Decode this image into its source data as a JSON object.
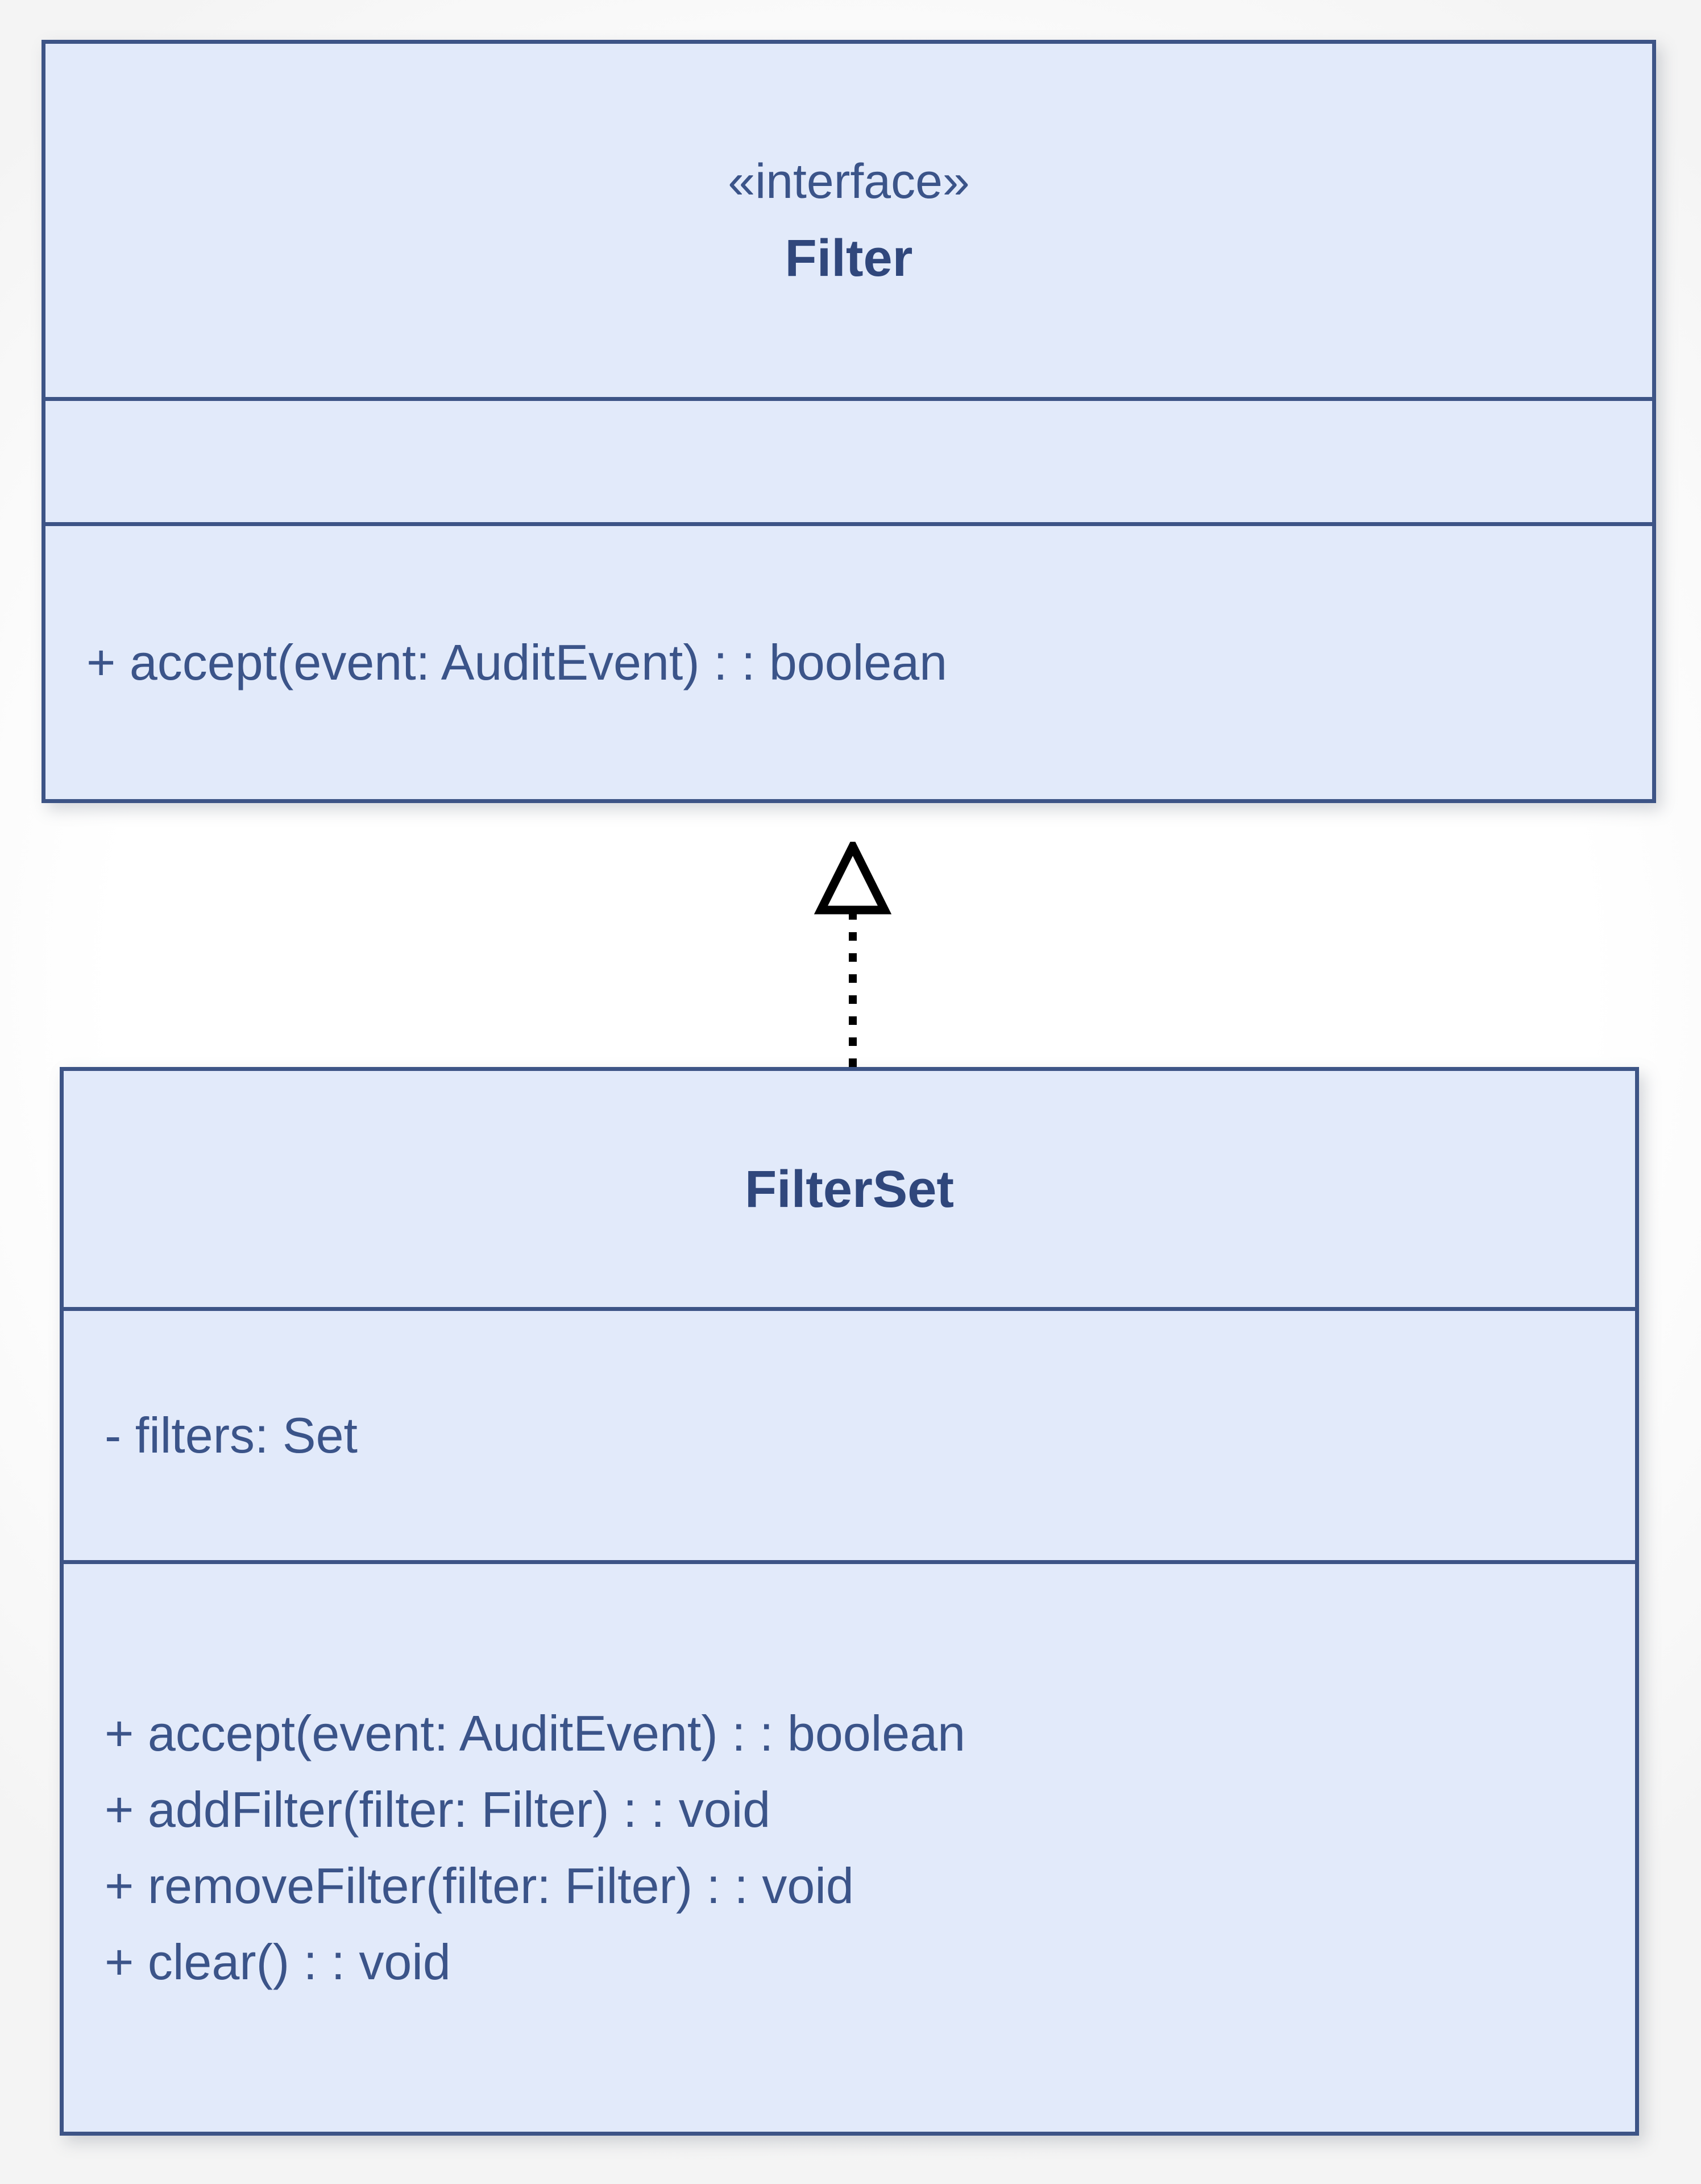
{
  "diagram": {
    "type": "uml-class-diagram",
    "background_color": "#ffffff",
    "box_fill_color": "#e2eafa",
    "box_border_color": "#3d5486",
    "text_color": "#3b5489",
    "title_color": "#30477c"
  },
  "classes": [
    {
      "id": "filter",
      "stereotype": "«interface»",
      "name": "Filter",
      "attributes": [],
      "methods": [
        "+ accept(event: AuditEvent) : : boolean"
      ]
    },
    {
      "id": "filterset",
      "stereotype": "",
      "name": "FilterSet",
      "attributes": [
        "- filters: Set"
      ],
      "methods": [
        "+ accept(event: AuditEvent) : : boolean",
        "+ addFilter(filter: Filter) : : void",
        "+ removeFilter(filter: Filter) : : void",
        "+ clear() : : void"
      ]
    }
  ],
  "relationships": [
    {
      "kind": "realization",
      "from": "filterset",
      "to": "filter",
      "line_style": "dotted",
      "arrow_head": "hollow-triangle",
      "arrow_color": "#000000",
      "label": ""
    }
  ]
}
